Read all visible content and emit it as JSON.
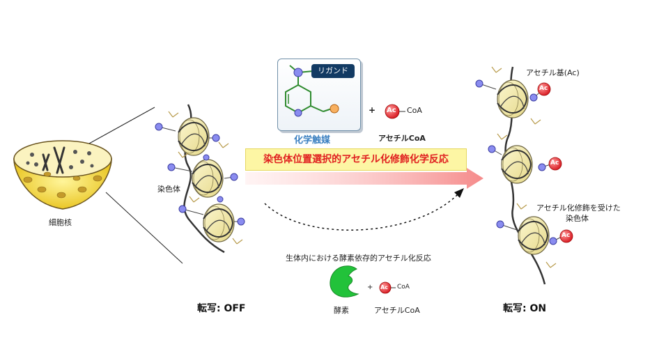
{
  "labels": {
    "nucleus": "細胞核",
    "chromosome": "染色体",
    "ligand": "リガンド",
    "catalyst": "化学触媒",
    "acetyl_coa_bold": "アセチルCoA",
    "coa": "CoA",
    "ac": "Ac",
    "plus": "+",
    "reaction": "染色体位置選択的アセチル化修飾化学反応",
    "acetyl_group": "アセチル基(Ac)",
    "modified_chromatin_line1": "アセチル化修飾を受けた",
    "modified_chromatin_line2": "染色体",
    "in_vivo": "生体内における酵素依存的アセチル化反応",
    "enzyme": "酵素",
    "acetyl_coa": "アセチルCoA",
    "transcription_off": "転写: OFF",
    "transcription_on": "転写: ON"
  },
  "colors": {
    "reaction_text": "#e02020",
    "reaction_bg": "#fdf6a4",
    "catalyst_text": "#3a7fc0",
    "ligand_bg": "#123a63",
    "ring": "#2e8b2e",
    "enzyme": "#22c23a",
    "ac_circle": "#e8202a",
    "nucleosome": "#f4eeb0",
    "histone_tail_dot": "#8a8cf0",
    "arrow": "#f4a0a0"
  },
  "icons": [
    "cell-nucleus-icon",
    "nucleosome-icon",
    "enzyme-icon",
    "acetyl-icon",
    "catalyst-molecule-icon"
  ]
}
